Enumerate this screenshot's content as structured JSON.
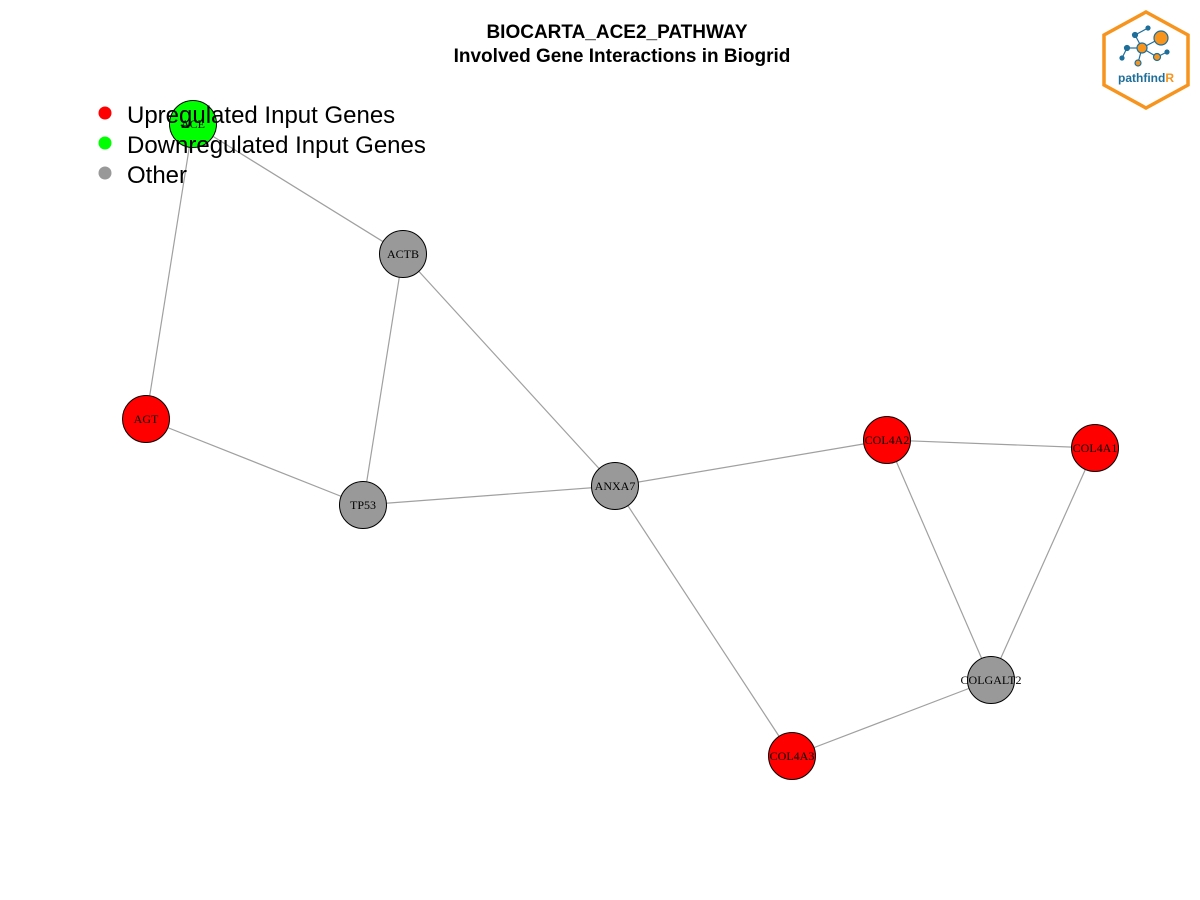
{
  "title": "BIOCARTA_ACE2_PATHWAY",
  "subtitle": "Involved Gene Interactions in Biogrid",
  "legend": [
    {
      "label": "Upregulated Input Genes",
      "color": "#ff0000"
    },
    {
      "label": "Downregulated Input Genes",
      "color": "#00ff00"
    },
    {
      "label": "Other",
      "color": "#999999"
    }
  ],
  "logo": {
    "text_main": "pathfind",
    "text_accent": "R",
    "border_color": "#f7941d",
    "text_color": "#1f6e9a"
  },
  "colors": {
    "up": "#ff0000",
    "down": "#00ff00",
    "other": "#999999",
    "edge": "#a0a0a0"
  },
  "nodes": [
    {
      "id": "ACE",
      "label": "ACE",
      "status": "down"
    },
    {
      "id": "ACTB",
      "label": "ACTB",
      "status": "other"
    },
    {
      "id": "AGT",
      "label": "AGT",
      "status": "up"
    },
    {
      "id": "TP53",
      "label": "TP53",
      "status": "other"
    },
    {
      "id": "ANXA7",
      "label": "ANXA7",
      "status": "other"
    },
    {
      "id": "COL4A2",
      "label": "COL4A2",
      "status": "up"
    },
    {
      "id": "COL4A1",
      "label": "COL4A1",
      "status": "up"
    },
    {
      "id": "COLGALT2",
      "label": "COLGALT2",
      "status": "other"
    },
    {
      "id": "COL4A3",
      "label": "COL4A3",
      "status": "up"
    }
  ],
  "edges": [
    [
      "ACE",
      "ACTB"
    ],
    [
      "ACE",
      "AGT"
    ],
    [
      "ACTB",
      "TP53"
    ],
    [
      "ACTB",
      "ANXA7"
    ],
    [
      "AGT",
      "TP53"
    ],
    [
      "TP53",
      "ANXA7"
    ],
    [
      "ANXA7",
      "COL4A2"
    ],
    [
      "ANXA7",
      "COL4A3"
    ],
    [
      "COL4A2",
      "COL4A1"
    ],
    [
      "COL4A2",
      "COLGALT2"
    ],
    [
      "COL4A1",
      "COLGALT2"
    ],
    [
      "COLGALT2",
      "COL4A3"
    ]
  ]
}
